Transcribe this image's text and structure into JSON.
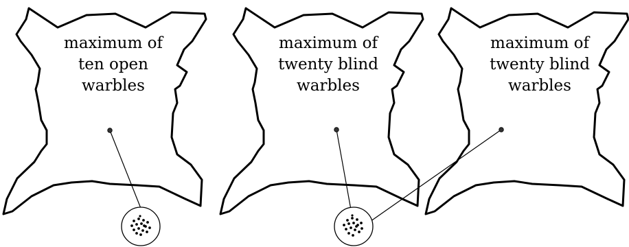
{
  "panels": [
    {
      "label_lines": [
        "maximum of",
        "ten open",
        "warbles"
      ]
    },
    {
      "label_lines": [
        "maximum of",
        "twenty blind",
        "warbles"
      ]
    },
    {
      "label_lines": [
        "maximum of",
        "twenty blind",
        "warbles"
      ]
    }
  ]
}
